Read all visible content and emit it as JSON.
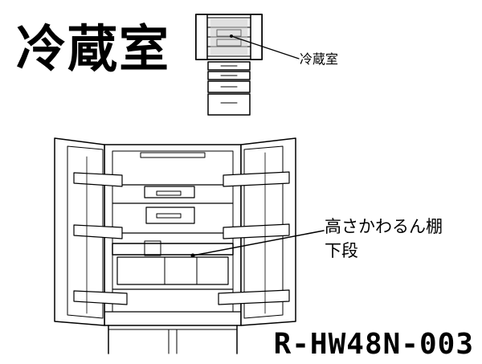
{
  "title": "冷蔵室",
  "small_diagram_label": "冷蔵室",
  "shelf_label_line1": "高さかわるん棚",
  "shelf_label_line2": "下段",
  "model_number": "R-HW48N-003",
  "colors": {
    "ink": "#000000",
    "background": "#ffffff",
    "fill_light": "#e8e8e8"
  }
}
